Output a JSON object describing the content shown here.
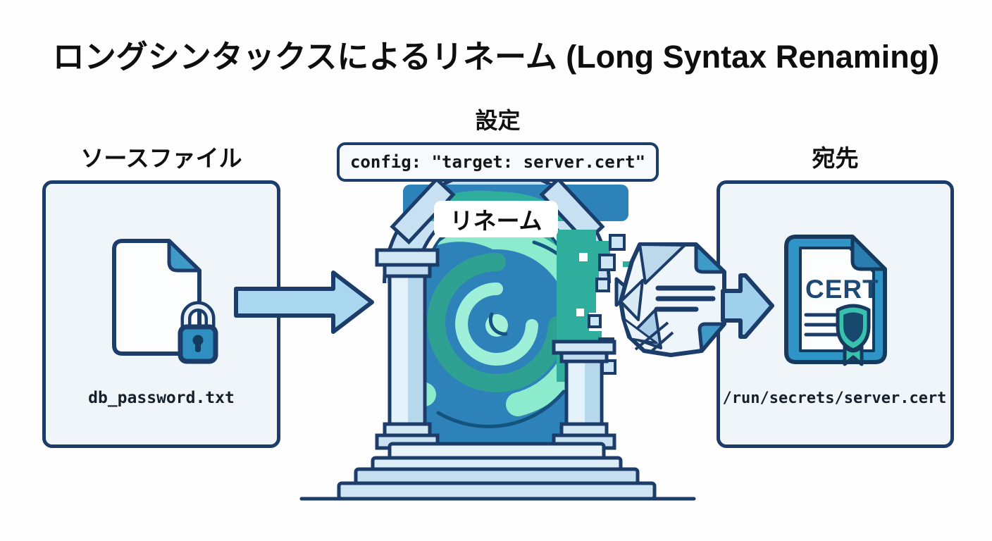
{
  "title": "ロングシンタックスによるリネーム (Long Syntax Renaming)",
  "source": {
    "heading": "ソースファイル",
    "filename": "db_password.txt",
    "icon": "locked-file-icon"
  },
  "config": {
    "heading": "設定",
    "code": "config: \"target: server.cert\"",
    "portal_label": "リネーム",
    "icon": "portal-swirl-icon"
  },
  "destination": {
    "heading": "宛先",
    "path": "/run/secrets/server.cert",
    "cert_label": "CERT",
    "icon": "certificate-icon"
  },
  "colors": {
    "outline_navy": "#1c3c6a",
    "panel_fill": "#f0f5f9",
    "arch_light_blue": "#c8e1f2",
    "swirl_blue": "#2d82ba",
    "swirl_teal": "#2fae9e",
    "swirl_mint": "#8debcd",
    "swirl_deep": "#14537e",
    "accent_blue": "#2f8fc0",
    "fold_blue": "#3f9ac7",
    "arrow_fill": "#a9d7ef"
  }
}
